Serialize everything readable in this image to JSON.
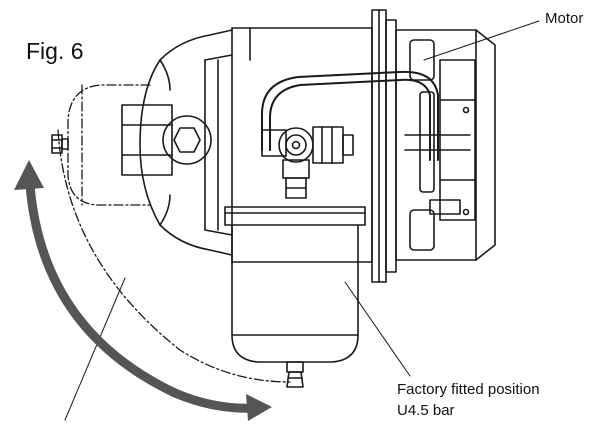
{
  "figure": {
    "label": "Fig. 6"
  },
  "callouts": {
    "motor": "Motor",
    "factory_position_line1": "Factory fitted position",
    "factory_position_line2": "U4.5 bar"
  },
  "colors": {
    "line": "#1a1a1a",
    "arrow": "#555555",
    "background": "#ffffff"
  },
  "icons": {
    "rotation_arrow": "double-headed-curved-arrow-icon"
  }
}
